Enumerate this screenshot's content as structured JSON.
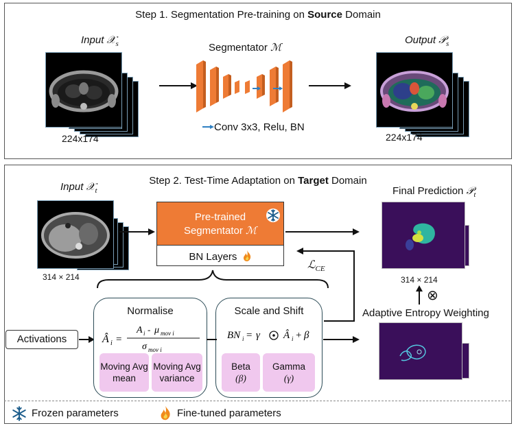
{
  "step1": {
    "title_prefix": "Step 1. Segmentation Pre-training on ",
    "title_bold": "Source",
    "title_suffix": " Domain",
    "input_label": "Input ",
    "input_math": "𝒳",
    "input_sub": "s",
    "segmentator_label": "Segmentator ",
    "segmentator_math": "ℳ",
    "output_label": "Output ",
    "output_math": "𝒫",
    "output_sub": "s",
    "input_size": "224x174",
    "output_size": "224x174",
    "legend_conv": "Conv 3x3, Relu, BN"
  },
  "step2": {
    "title_prefix": "Step 2. Test-Time Adaptation on ",
    "title_bold": "Target",
    "title_suffix": " Domain",
    "input_label": "Input ",
    "input_math": "𝒳",
    "input_sub": "t",
    "input_size": "314 × 214",
    "pretrained_line1": "Pre-trained",
    "pretrained_line2": "Segmentator ",
    "pretrained_math": "ℳ",
    "bn_layers": "BN Layers",
    "loss_math": "ℒ",
    "loss_sub": "CE",
    "final_label": "Final Prediction ",
    "final_math": "𝒫",
    "final_sub": "t",
    "final_size": "314 × 214",
    "adaptive": "Adaptive Entropy Weighting",
    "otimes": "⊗",
    "activations": "Activations",
    "normalise": {
      "title": "Normalise",
      "moving_mean": "Moving Avg mean",
      "moving_variance": "Moving Avg variance"
    },
    "scale_shift": {
      "title": "Scale and Shift",
      "beta": "Beta",
      "beta_sym": "(β)",
      "gamma": "Gamma",
      "gamma_sym": "(γ)"
    }
  },
  "legend": {
    "frozen": "Frozen parameters",
    "finetuned": "Fine-tuned parameters"
  },
  "colors": {
    "encoder_orange": "#ee7b35",
    "conv_arrow_blue": "#2e7fc2",
    "pink": "#f0c8ee",
    "border_teal": "#2a4a55"
  },
  "icons": {
    "frozen": "snowflake-icon",
    "finetuned": "flame-icon"
  }
}
